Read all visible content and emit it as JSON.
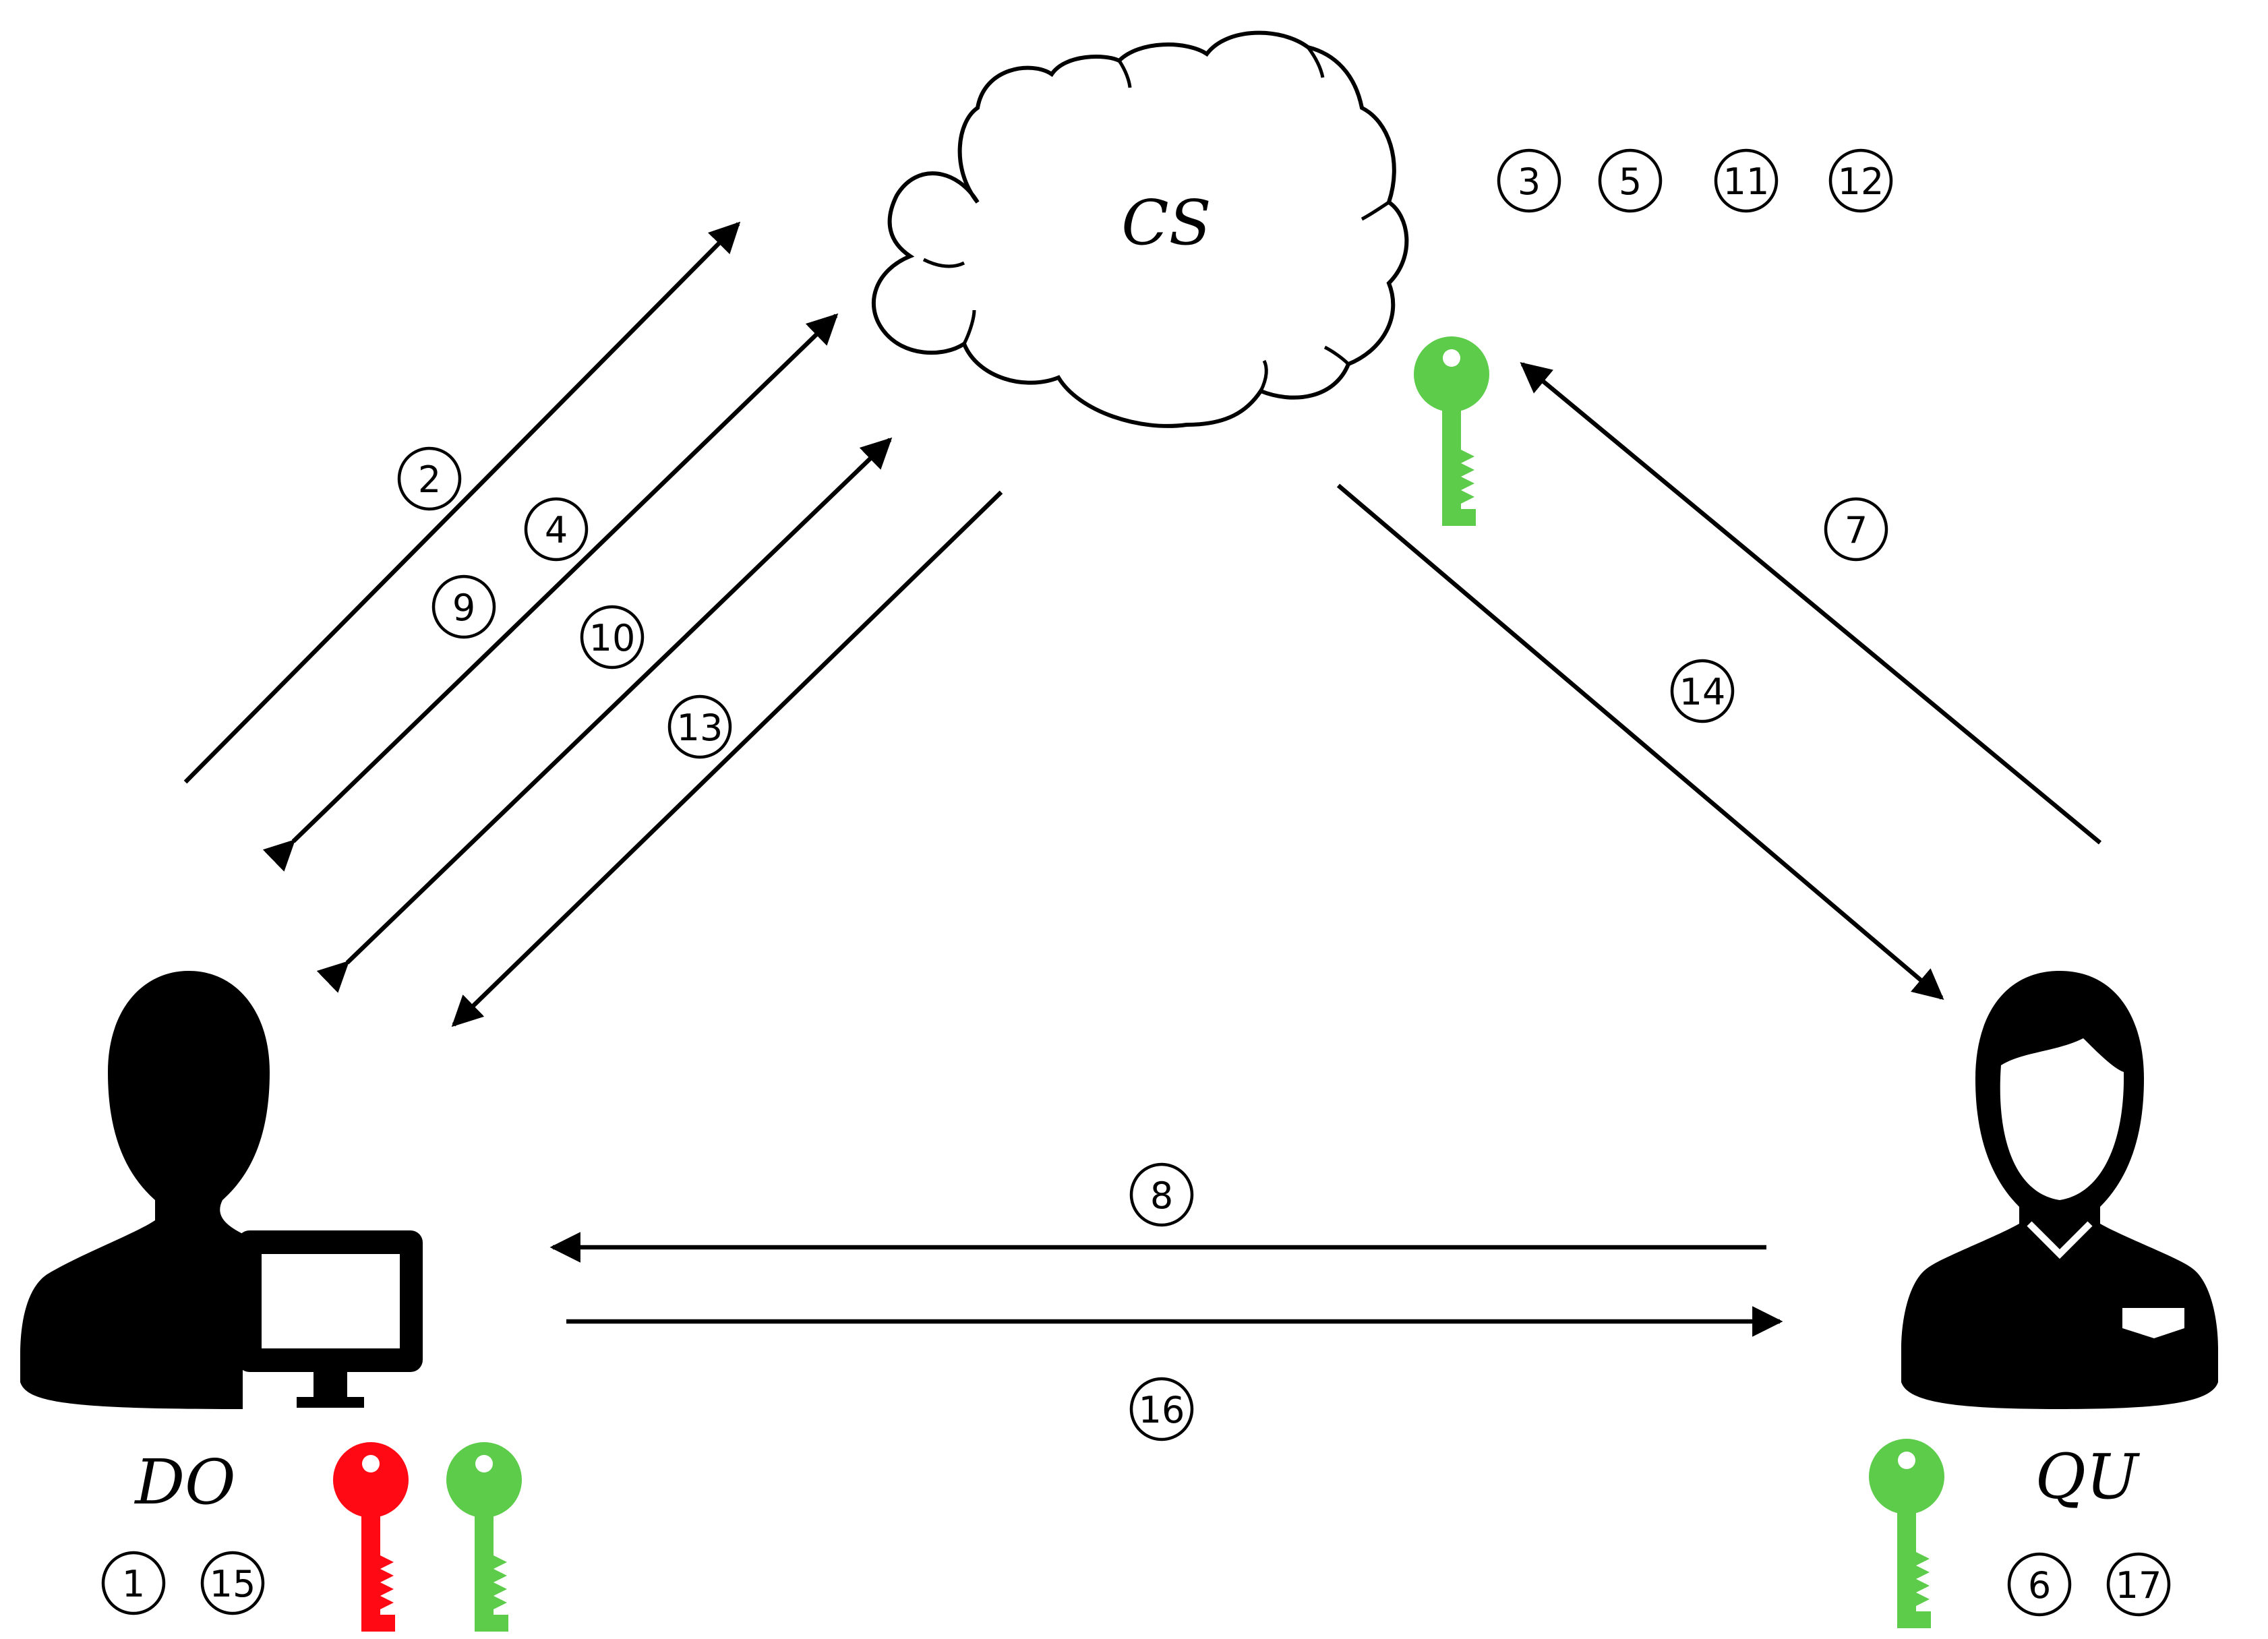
{
  "entities": {
    "cloud": {
      "label": "CS"
    },
    "data_owner": {
      "label": "DO"
    },
    "query_user": {
      "label": "QU"
    }
  },
  "colors": {
    "private_key": "#ff0a14",
    "public_key": "#5ccc4a",
    "ink": "#000000"
  },
  "icons": {
    "cloud": "cloud-icon",
    "data_owner": "user-with-monitor-icon",
    "query_user": "user-icon",
    "private_key": "red-key-icon",
    "public_key": "green-key-icon"
  },
  "steps": {
    "s1": "①",
    "s2": "②",
    "s3": "③",
    "s4": "④",
    "s5": "⑤",
    "s6": "⑥",
    "s7": "⑦",
    "s8": "⑧",
    "s9": "⑨",
    "s10": "⑩",
    "s11": "⑪",
    "s12": "⑫",
    "s13": "⑬",
    "s14": "⑭",
    "s15": "⑮",
    "s16": "⑯",
    "s17": "⑰"
  }
}
